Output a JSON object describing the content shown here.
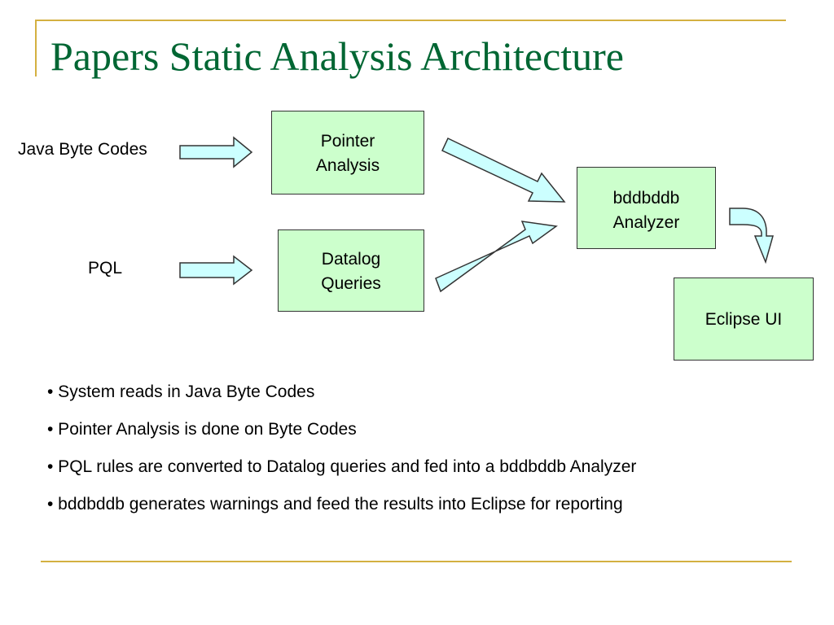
{
  "title": "Papers Static Analysis Architecture",
  "inputs": {
    "java_byte_codes": "Java Byte Codes",
    "pql": "PQL"
  },
  "boxes": {
    "pointer_analysis": "Pointer\nAnalysis",
    "datalog_queries": "Datalog\nQueries",
    "bddbddb_analyzer": "bddbddb\nAnalyzer",
    "eclipse_ui": "Eclipse UI"
  },
  "bullets": [
    "• System reads in Java Byte Codes",
    "• Pointer Analysis is done on Byte Codes",
    "• PQL rules are converted to Datalog queries and fed into a bddbddb Analyzer",
    "• bddbddb generates warnings and feed the results into Eclipse for reporting"
  ],
  "colors": {
    "title": "#006633",
    "frame": "#d4b041",
    "box_fill": "#ccffcc",
    "arrow_fill": "#ccffff"
  }
}
